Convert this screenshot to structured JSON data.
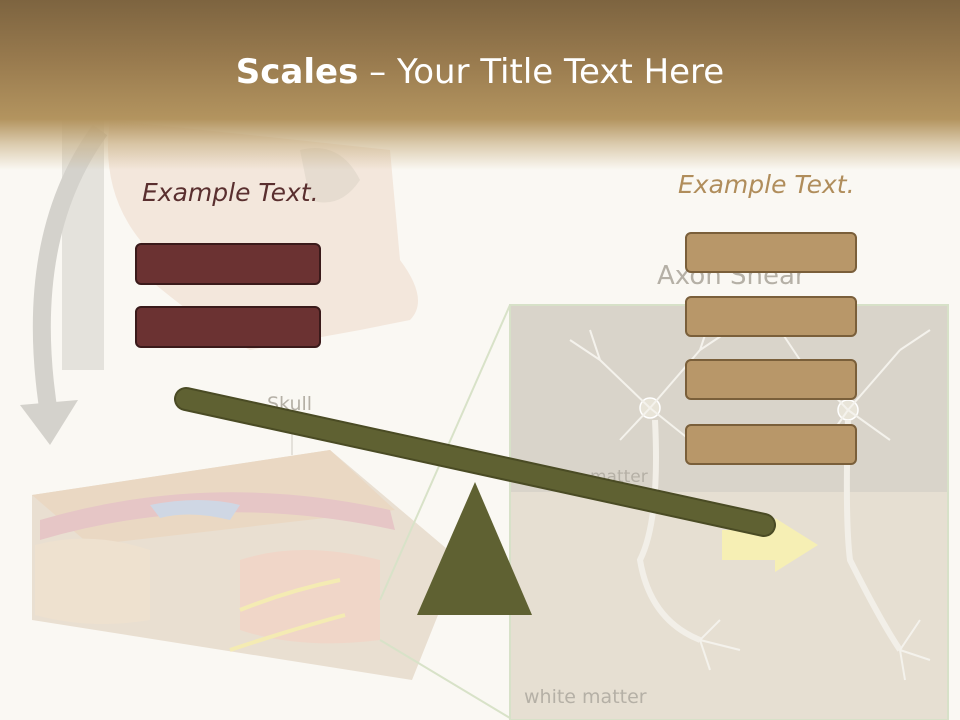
{
  "slide": {
    "title_bold": "Scales",
    "title_rest": " – Your Title Text Here",
    "left_heading": "Example Text.",
    "right_heading": "Example Text.",
    "left_boxes": [
      "",
      ""
    ],
    "right_boxes": [
      "",
      "",
      "",
      ""
    ]
  },
  "background": {
    "labels": {
      "skull": "Skull",
      "axon_shear": "Axon Shear",
      "gray_matter": "matter",
      "white_matter": "white matter"
    }
  },
  "colors": {
    "header": "#8b6f46",
    "left_box": "#6b3232",
    "right_box": "#b89769",
    "beam": "#5f6132",
    "fulcrum": "#5f6132"
  }
}
